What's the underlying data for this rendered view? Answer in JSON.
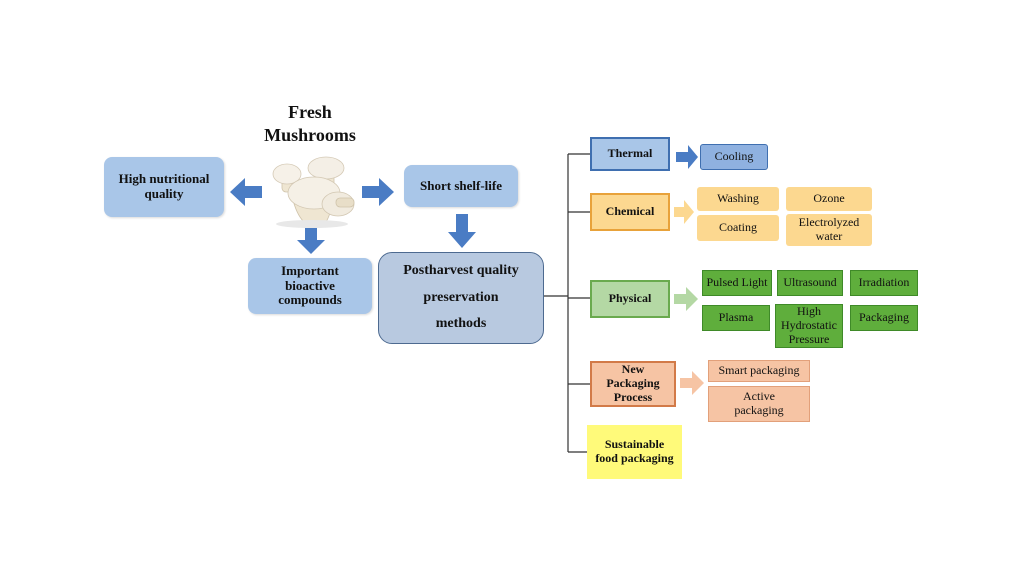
{
  "title": "Fresh\nMushrooms",
  "nodes": {
    "nutritional": "High nutritional\nquality",
    "bioactive": "Important\nbioactive\ncompounds",
    "shelf_life": "Short shelf-life",
    "methods": "Postharvest quality\npreservation\nmethods"
  },
  "categories": {
    "thermal": "Thermal",
    "chemical": "Chemical",
    "physical": "Physical",
    "packaging": "New\nPackaging\nProcess",
    "sustainable": "Sustainable\nfood packaging"
  },
  "items": {
    "cooling": "Cooling",
    "washing": "Washing",
    "ozone": "Ozone",
    "coating": "Coating",
    "electrolyzed": "Electrolyzed\nwater",
    "pulsed_light": "Pulsed Light",
    "ultrasound": "Ultrasound",
    "irradiation": "Irradiation",
    "plasma": "Plasma",
    "hhp": "High\nHydrostatic\nPressure",
    "packaging": "Packaging",
    "smart_packaging": "Smart packaging",
    "active_packaging": "Active\npackaging"
  },
  "colors": {
    "arrow_blue": "#4a7cc4",
    "arrow_orange": "#fcd890",
    "arrow_green": "#b4d8a4",
    "arrow_salmon": "#f6c4a4"
  }
}
